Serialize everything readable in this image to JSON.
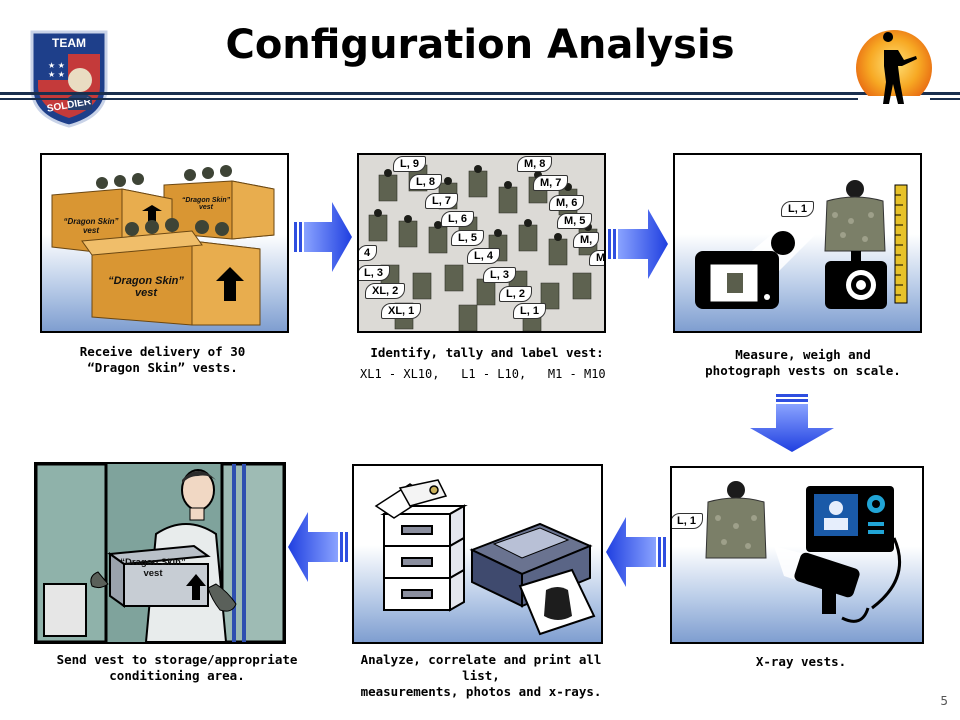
{
  "header": {
    "title": "Configuration Analysis",
    "logo_left_text_top": "TEAM",
    "logo_left_text_bottom": "SOLDIER"
  },
  "steps": [
    {
      "caption": "Receive delivery of 30\n“Dragon Skin” vests.",
      "box_label": "“Dragon Skin”\nvest"
    },
    {
      "caption": "Identify, tally and label vest:",
      "subcaption": "XL1 - XL10,   L1 - L10,   M1 - M10"
    },
    {
      "caption": "Measure, weigh and\nphotograph vests on scale.",
      "tag": "L, 1"
    },
    {
      "caption": "X-ray vests.",
      "tag": "L, 1"
    },
    {
      "caption": "Analyze, correlate and print all list,\nmeasurements, photos and x-rays."
    },
    {
      "caption": "Send vest to storage/appropriate\nconditioning area.",
      "box_label": "“Dragon Skin”\nvest"
    }
  ],
  "vest_labels": {
    "left": [
      "4",
      "L, 3",
      "XL, 2",
      "XL, 1"
    ],
    "l_column": [
      "L, 9",
      "L, 8",
      "L, 7",
      "L, 6",
      "L, 5",
      "L, 4",
      "L, 3",
      "L, 2",
      "L, 1"
    ],
    "m_column": [
      "M, 8",
      "M, 7",
      "M, 6",
      "M, 5",
      "M,",
      "M"
    ]
  },
  "page_number": "5",
  "colors": {
    "arrow_blue": "#2f4fe0",
    "box_tan": "#e0a13a",
    "accent_navy": "#1a2f4e"
  }
}
